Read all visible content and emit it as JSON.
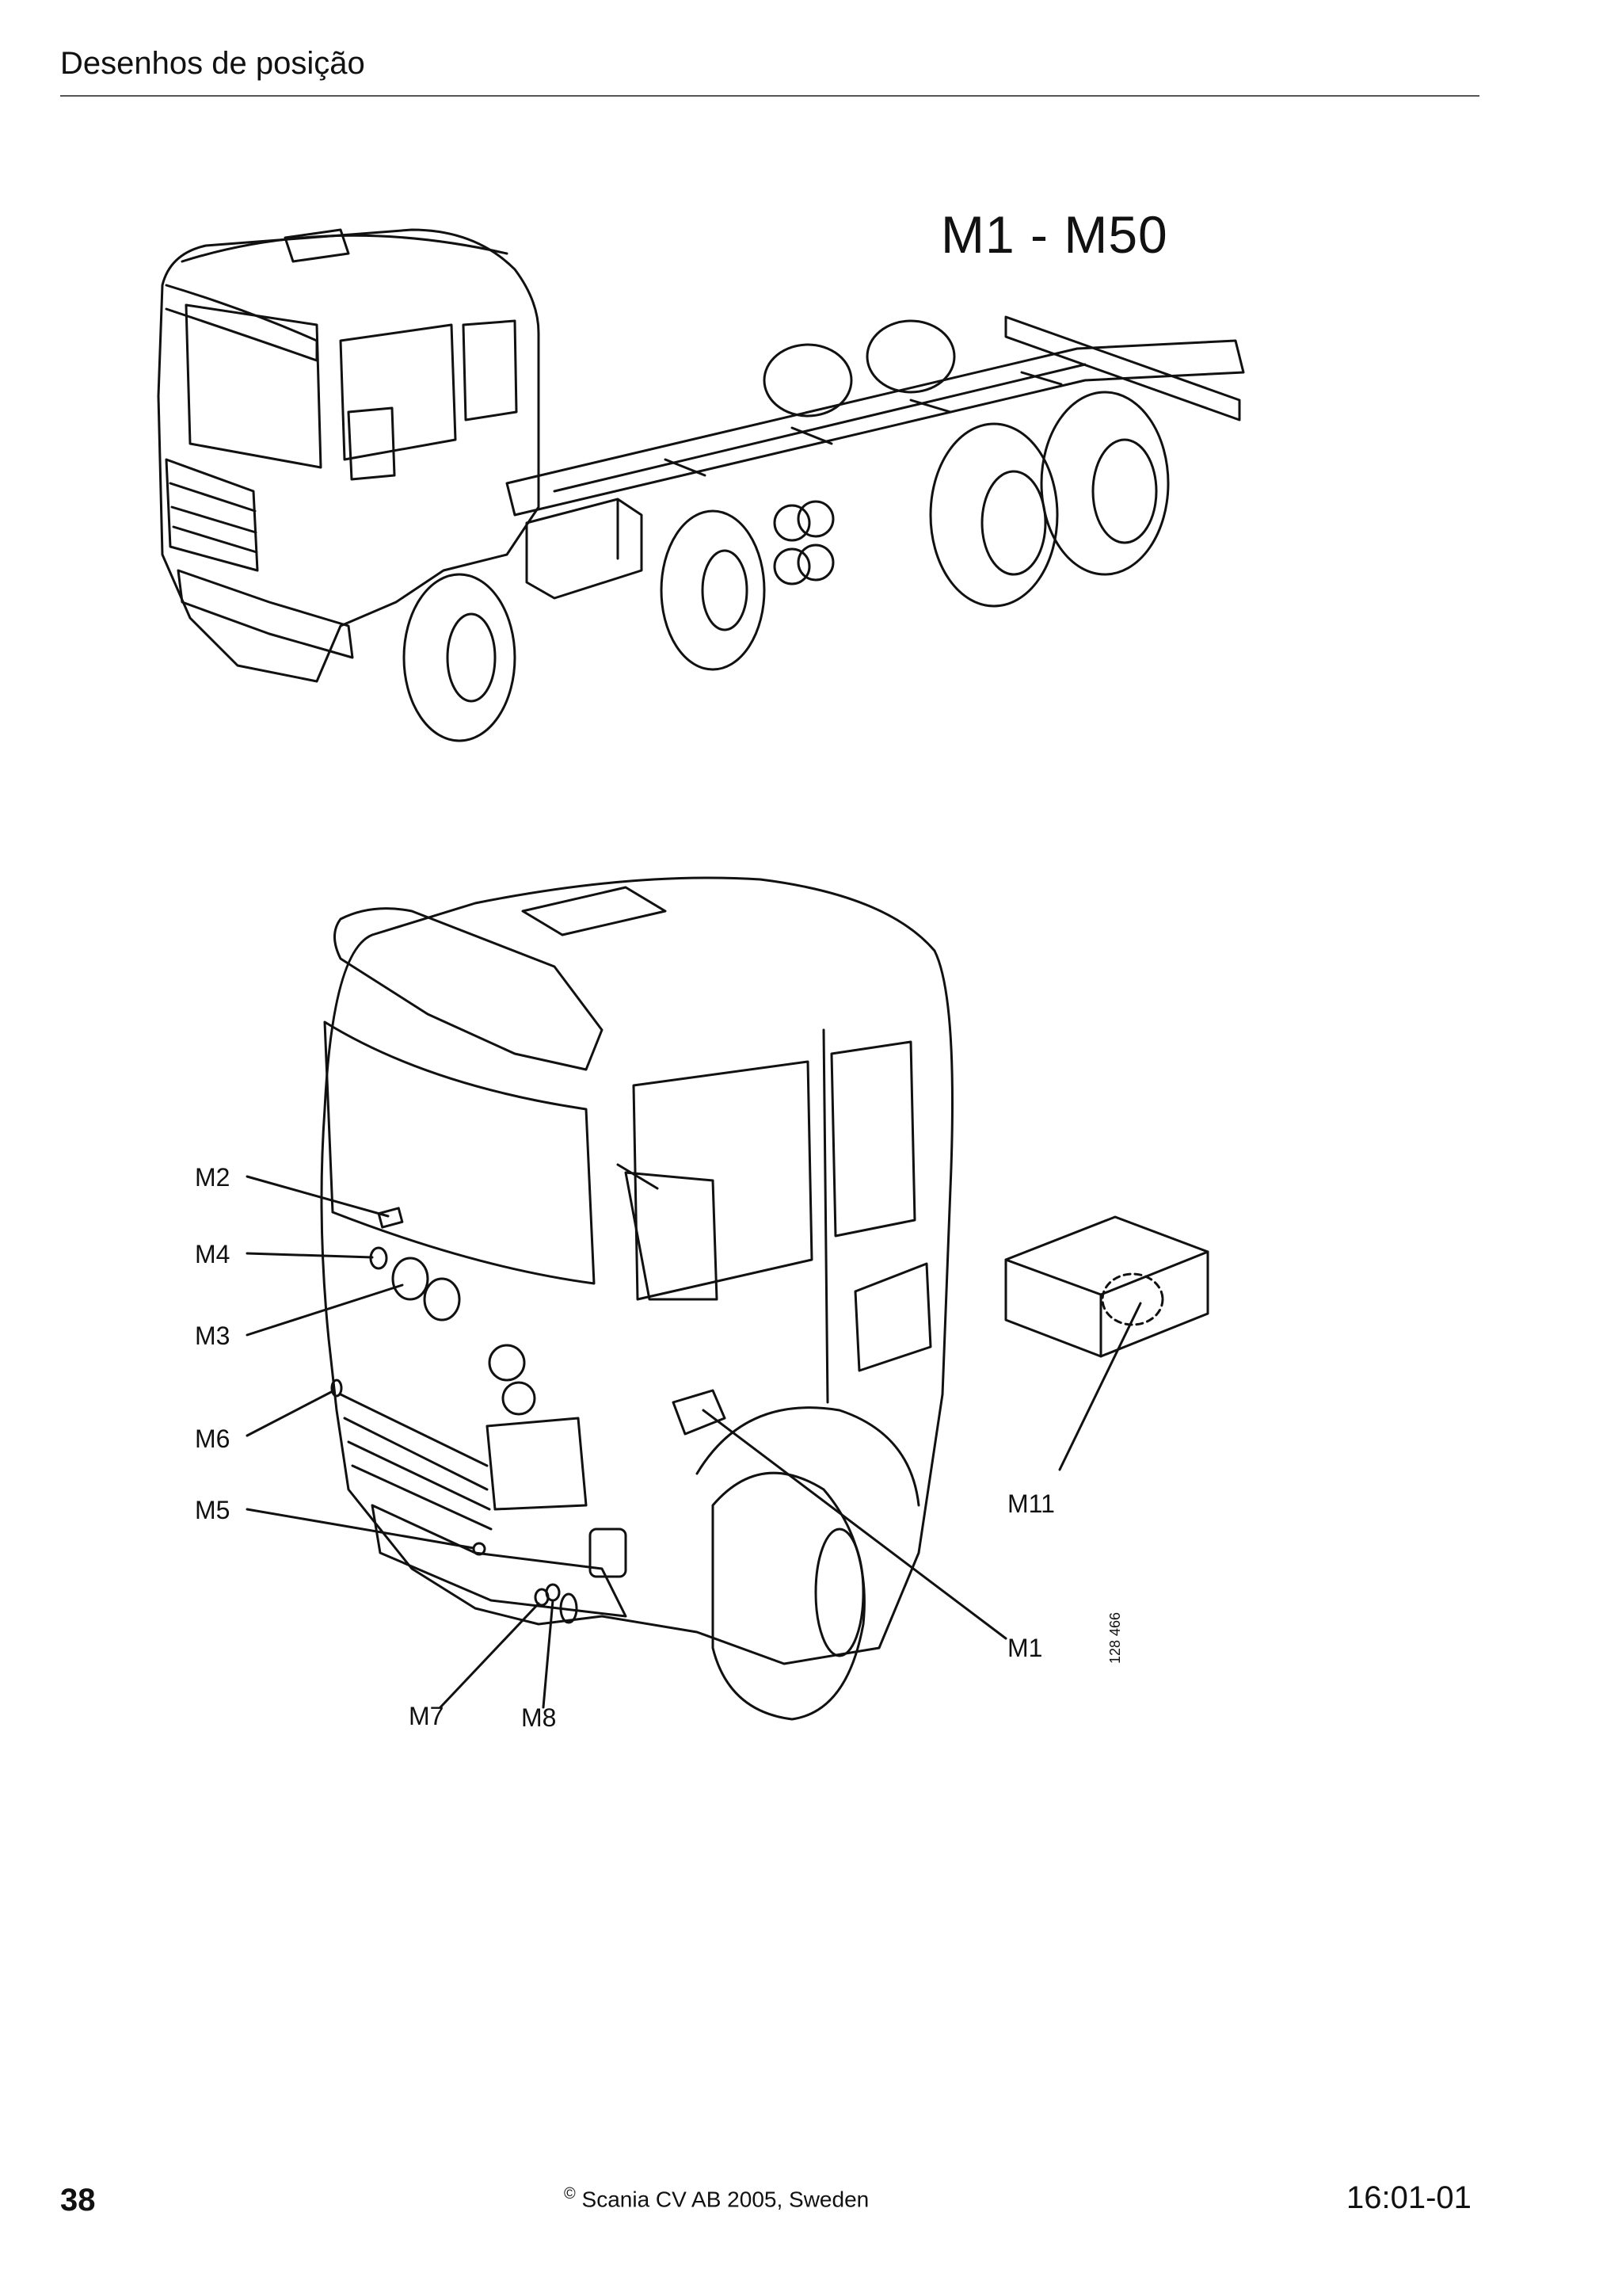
{
  "header": {
    "title": "Desenhos de posição"
  },
  "figure": {
    "title": "M1 - M50",
    "reference_number": "128 466",
    "callouts": {
      "m2": "M2",
      "m4": "M4",
      "m3": "M3",
      "m6": "M6",
      "m5": "M5",
      "m11": "M11",
      "m1": "M1",
      "m7": "M7",
      "m8": "M8"
    }
  },
  "footer": {
    "page_number": "38",
    "copyright_symbol": "©",
    "copyright_text": "Scania CV AB 2005, Sweden",
    "date_code": "16:01-01"
  }
}
